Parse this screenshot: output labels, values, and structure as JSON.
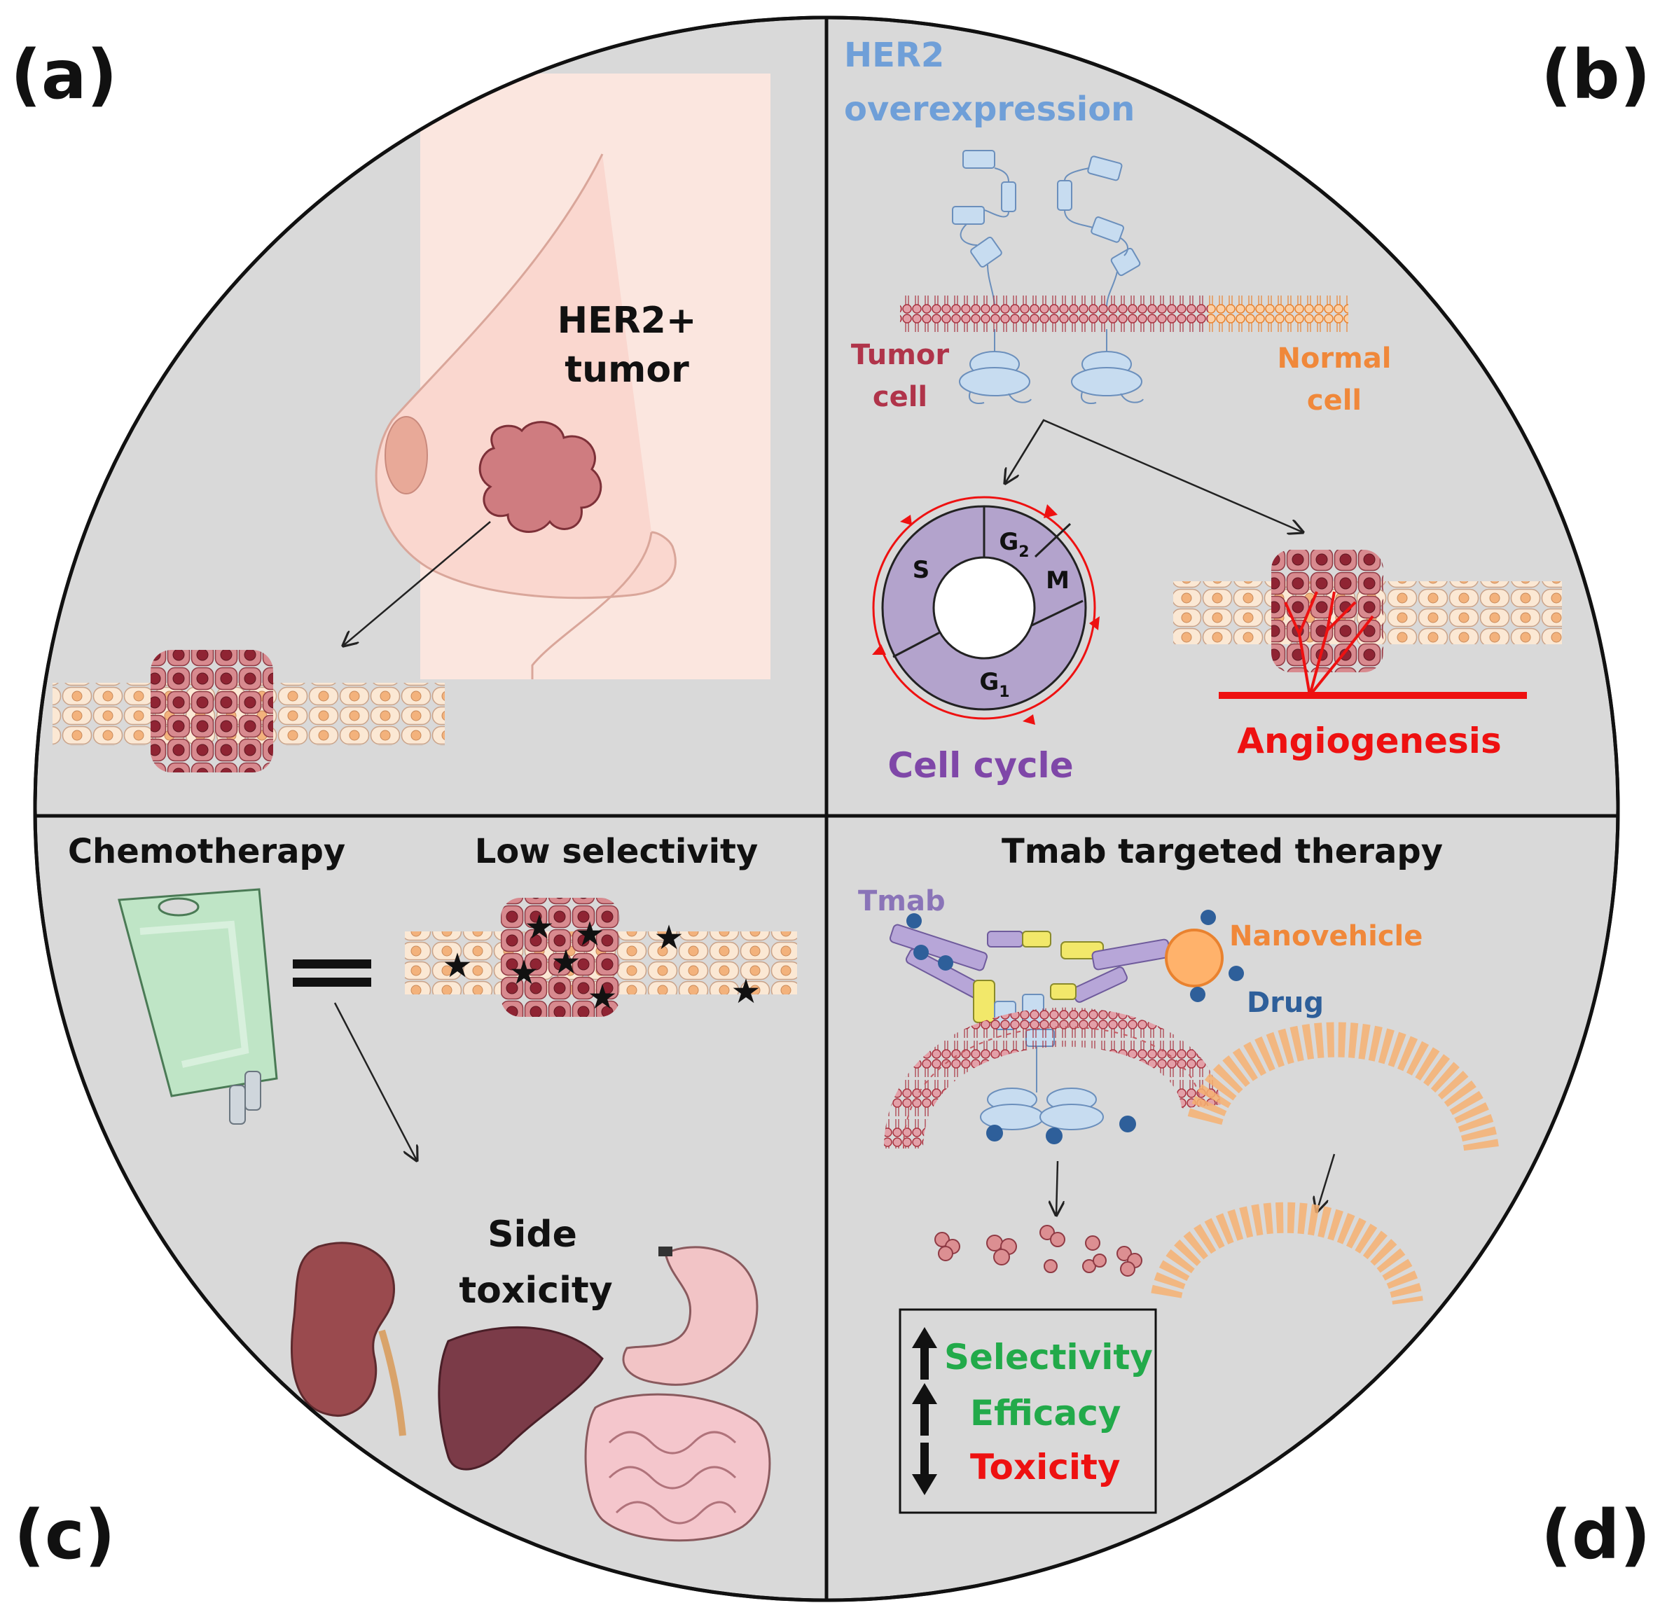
{
  "panels": {
    "a": {
      "label": "(a)",
      "tumor_label_line1": "HER2+",
      "tumor_label_line2": "tumor"
    },
    "b": {
      "label": "(b)",
      "title_line1": "HER2",
      "title_line2": "overexpression",
      "tumor_cell_line1": "Tumor",
      "tumor_cell_line2": "cell",
      "normal_cell_line1": "Normal",
      "normal_cell_line2": "cell",
      "phase_s": "S",
      "phase_g2": "G",
      "phase_g2_sub": "2",
      "phase_m": "M",
      "phase_g1": "G",
      "phase_g1_sub": "1",
      "cell_cycle_label": "Cell cycle",
      "angiogenesis_label": "Angiogenesis"
    },
    "c": {
      "label": "(c)",
      "chemo_label": "Chemotherapy",
      "selectivity_label": "Low selectivity",
      "side_line1": "Side",
      "side_line2": "toxicity"
    },
    "d": {
      "label": "(d)",
      "title": "Tmab targeted therapy",
      "tmab_label": "Tmab",
      "nanovehicle_label": "Nanovehicle",
      "drug_label": "Drug",
      "selectivity": "Selectivity",
      "efficacy": "Efficacy",
      "toxicity": "Toxicity"
    }
  },
  "colors": {
    "background": "#d9d9d9",
    "outline": "#111111",
    "her2_blue": "#6f9fd8",
    "tumor_red": "#b0344a",
    "normal_orange": "#f0883a",
    "cell_cycle_purple": "#7f47a8",
    "cycle_fill": "#b3a3cc",
    "angiogenesis_red": "#ee1111",
    "green": "#22aa4a",
    "toxicity_red": "#ee1111",
    "skin": "#fbe4dc",
    "tumor_mass": "#cf7c80",
    "nanovehicle": "#ffb26b",
    "drug": "#2e5f9a",
    "tmab_purple": "#9b86c4"
  }
}
